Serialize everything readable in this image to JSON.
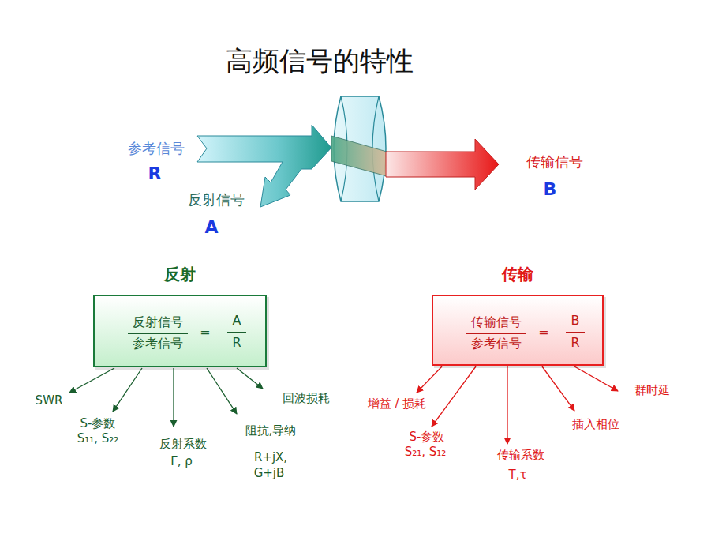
{
  "diagram": {
    "title": "高频信号的特性",
    "nodes": [
      {
        "text": [
          "反射",
          "反射信号",
          "参考信号",
          "=",
          "A",
          "R"
        ]
      },
      {
        "text": [
          "传输",
          "传输信号",
          "参考信号",
          "=",
          "B",
          "R"
        ]
      }
    ],
    "labels": [
      "参考信号",
      "R",
      "反射信号",
      "A",
      "传输信号",
      "B",
      "SWR",
      "S-参数",
      "S₁₁, S₂₂",
      "反射系数",
      "Γ, ρ",
      "阻抗,导纳",
      "R+jX,",
      "G+jB",
      "回波损耗",
      "增益 / 损耗",
      "S-参数",
      "S₂₁, S₁₂",
      "传输系数",
      "T,τ",
      "插入相位",
      "群时延"
    ]
  }
}
